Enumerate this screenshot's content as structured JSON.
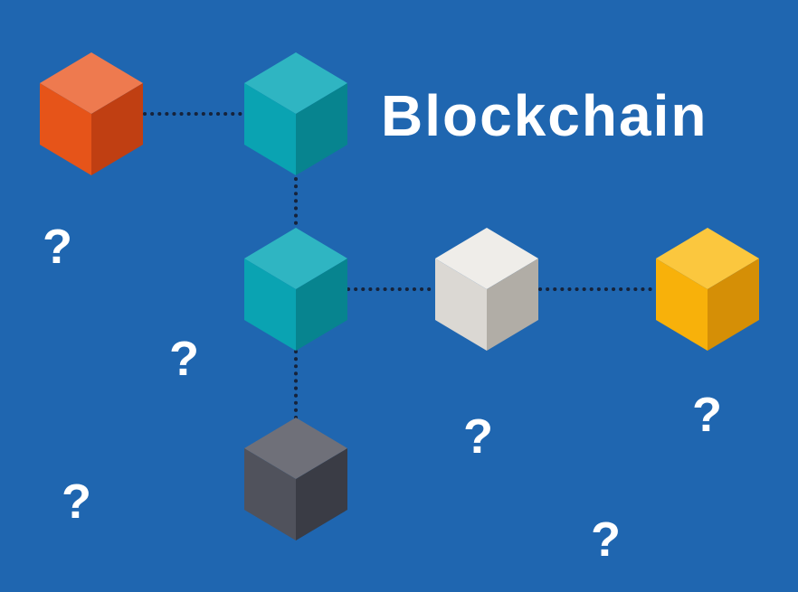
{
  "title": "Blockchain",
  "question_mark": "?",
  "colors": {
    "background": "#1f66b0",
    "connector": "#16233a",
    "title_text": "#ffffff",
    "question_text": "#ffffff"
  },
  "blocks": [
    {
      "id": "orange",
      "top": "#ee7a4f",
      "left": "#e65419",
      "right": "#c03f12"
    },
    {
      "id": "teal-top",
      "top": "#2fb5c2",
      "left": "#0aa3b2",
      "right": "#07848f"
    },
    {
      "id": "teal-middle",
      "top": "#2fb5c2",
      "left": "#0aa3b2",
      "right": "#07848f"
    },
    {
      "id": "light-gray",
      "top": "#efede9",
      "left": "#dbd8d3",
      "right": "#b1ada6"
    },
    {
      "id": "yellow",
      "top": "#fbc73e",
      "left": "#f8b10a",
      "right": "#d58f06"
    },
    {
      "id": "dark-gray",
      "top": "#6f7079",
      "left": "#50525c",
      "right": "#3a3c45"
    }
  ]
}
